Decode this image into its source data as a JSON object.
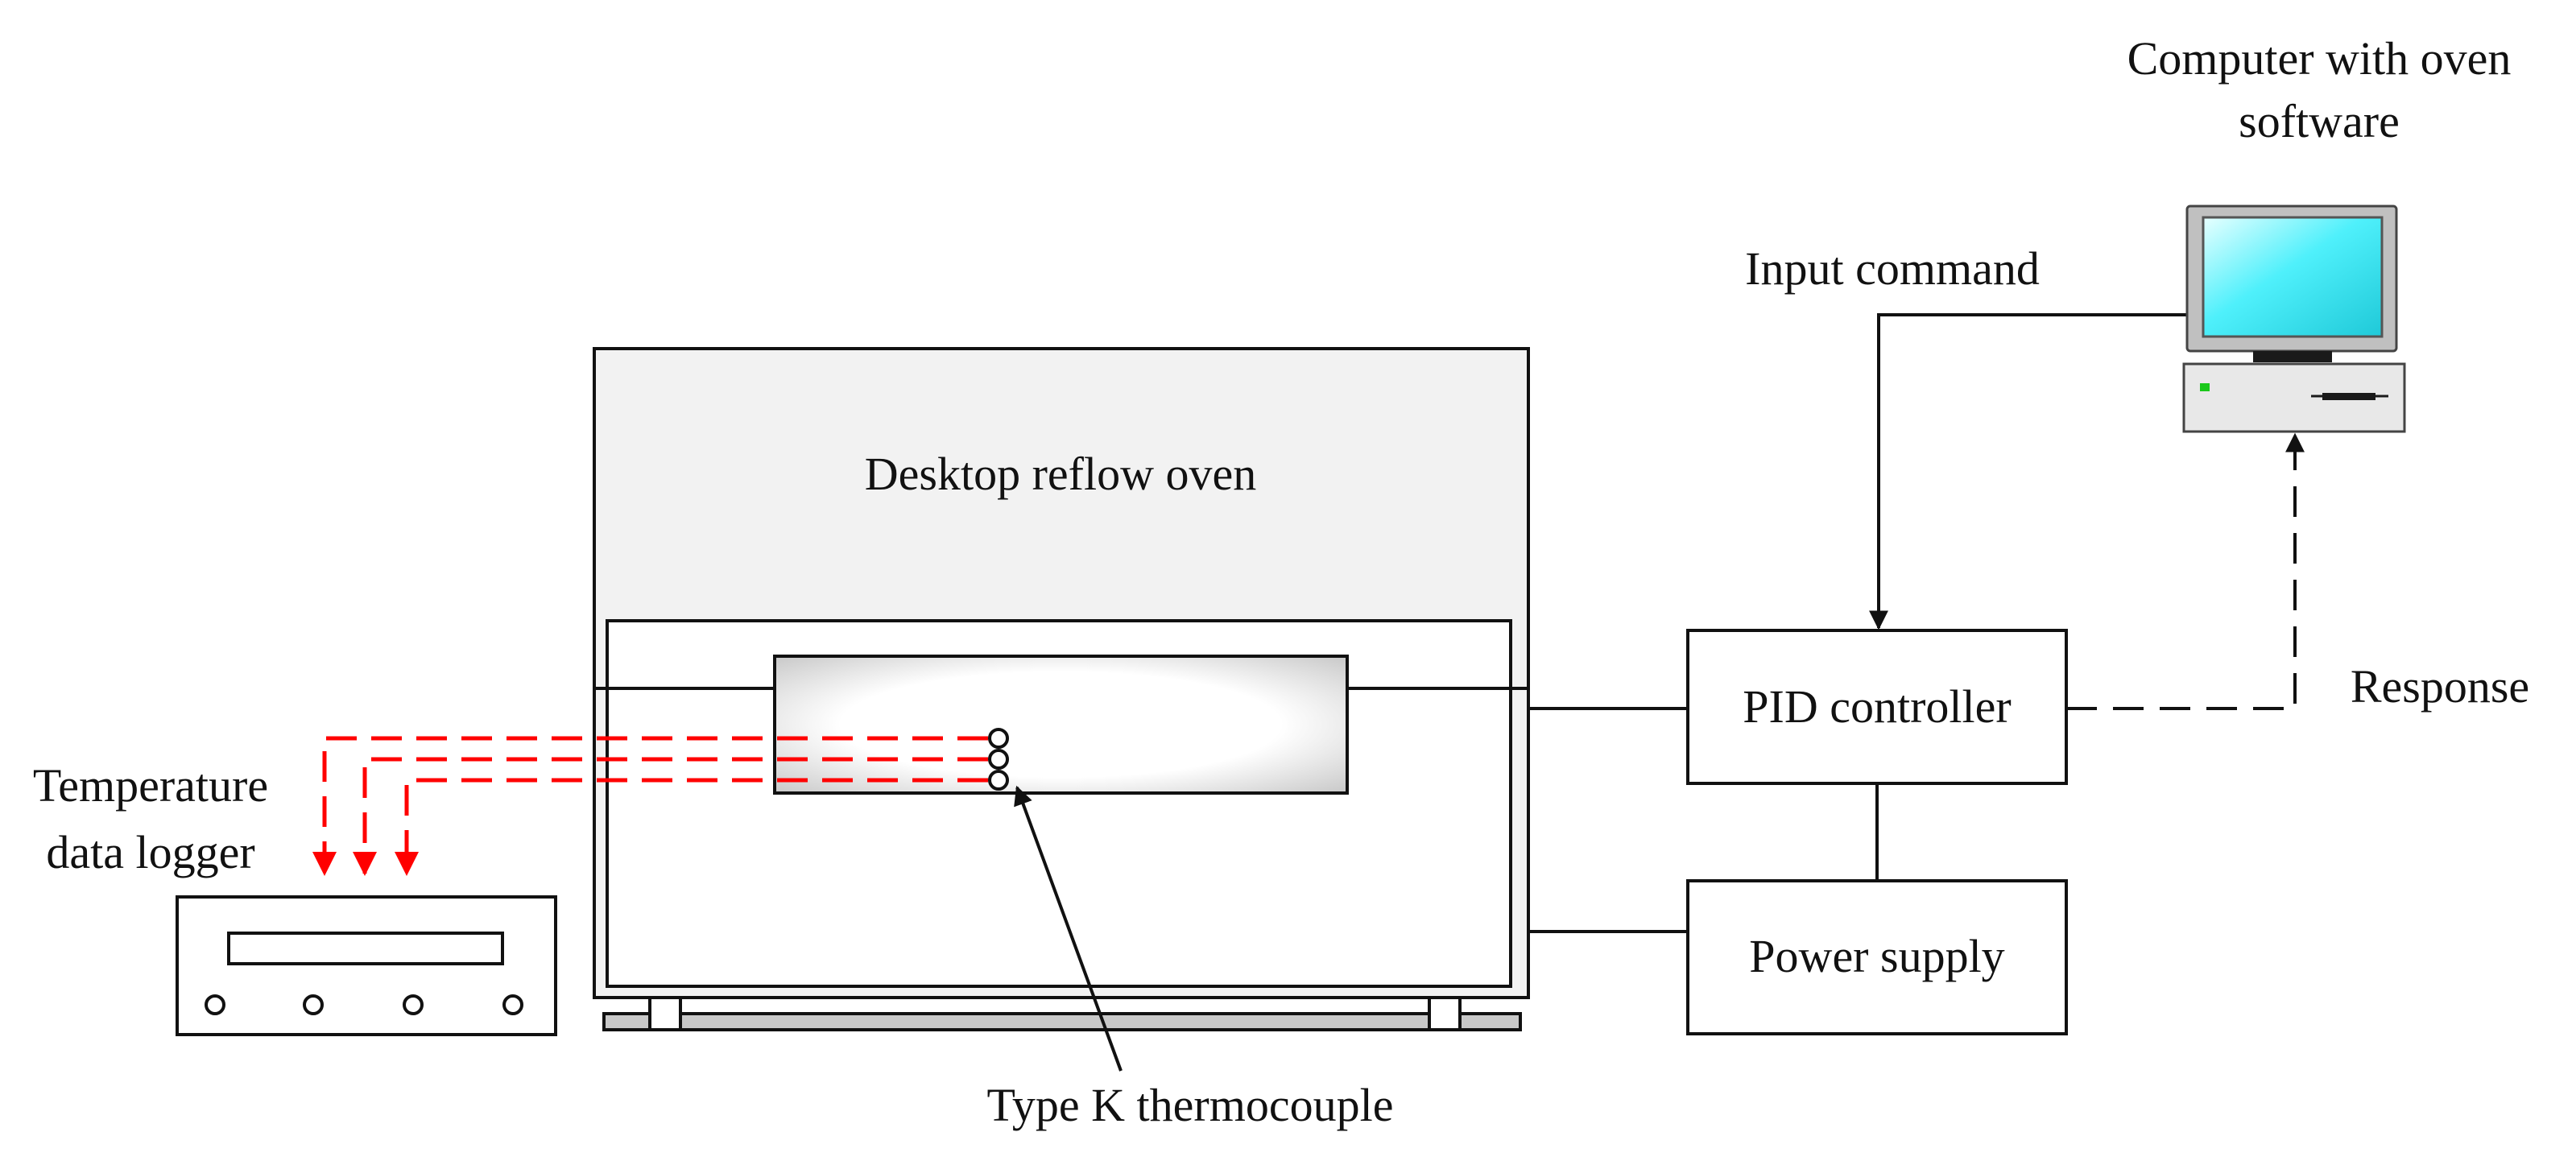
{
  "labels": {
    "computer_title_line1": "Computer with oven",
    "computer_title_line2": "software",
    "input_command": "Input command",
    "oven": "Desktop reflow oven",
    "pid_controller": "PID controller",
    "response": "Response",
    "power_supply": "Power supply",
    "logger_line1": "Temperature",
    "logger_line2": "data logger",
    "thermocouple": "Type K thermocouple"
  },
  "colors": {
    "line": "#111111",
    "thermocouple_wire": "#ff0000",
    "oven_body": "#f2f2f2",
    "rail": "#c8c8c8",
    "monitor_frame": "#c0c0c0",
    "screen": "#35e6f5",
    "computer_case": "#e8e8e8",
    "power_led": "#19c819"
  },
  "icons": {
    "computer": "computer-icon",
    "data_logger": "data-logger-icon",
    "thermocouple_tips": "thermocouple-tip-icon"
  }
}
